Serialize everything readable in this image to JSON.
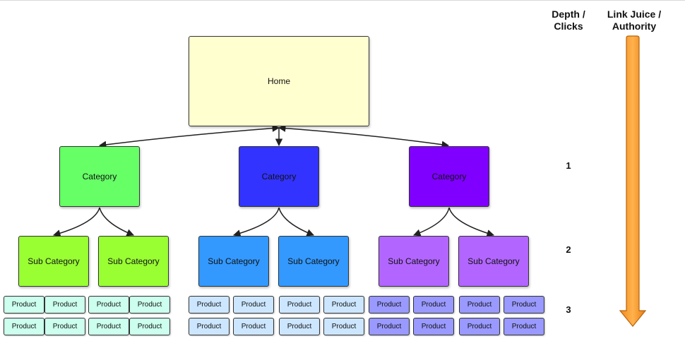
{
  "header": {
    "depth_label": "Depth / Clicks",
    "juice_label": "Link Juice / Authority"
  },
  "home": {
    "label": "Home",
    "color": "#ffffcf"
  },
  "categories": [
    {
      "label": "Category",
      "color": "#66ff66",
      "subs": [
        {
          "label": "Sub Category",
          "color": "#99ff33"
        },
        {
          "label": "Sub Category",
          "color": "#99ff33"
        }
      ],
      "product_color": "#ccffee"
    },
    {
      "label": "Category",
      "color": "#3333ff",
      "subs": [
        {
          "label": "Sub Category",
          "color": "#3399ff"
        },
        {
          "label": "Sub Category",
          "color": "#3399ff"
        }
      ],
      "product_color": "#cce6ff"
    },
    {
      "label": "Category",
      "color": "#7f00ff",
      "subs": [
        {
          "label": "Sub Category",
          "color": "#b266ff"
        },
        {
          "label": "Sub Category",
          "color": "#b266ff"
        }
      ],
      "product_color": "#9999ff"
    }
  ],
  "product_label": "Product",
  "depths": [
    "1",
    "2",
    "3"
  ],
  "arrow": {
    "color": "#ff9933",
    "icon": "down-arrow-icon"
  }
}
